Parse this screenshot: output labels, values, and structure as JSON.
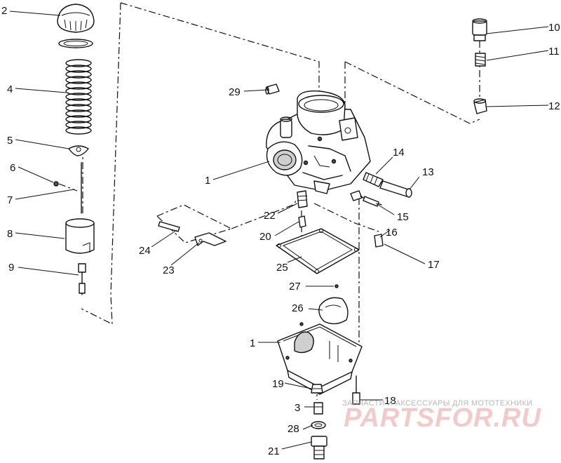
{
  "diagram": {
    "callouts": {
      "c1a": "1",
      "c1b": "1",
      "c2": "2",
      "c3": "3",
      "c4": "4",
      "c5": "5",
      "c6": "6",
      "c7": "7",
      "c8": "8",
      "c9": "9",
      "c10": "10",
      "c11": "11",
      "c12": "12",
      "c13": "13",
      "c14": "14",
      "c15": "15",
      "c16": "16",
      "c17": "17",
      "c18": "18",
      "c19": "19",
      "c20": "20",
      "c21": "21",
      "c22": "22",
      "c23": "23",
      "c24": "24",
      "c25": "25",
      "c26": "26",
      "c27": "27",
      "c28": "28",
      "c29": "29"
    }
  },
  "watermark": {
    "caption": "ЗАПЧАСТИ И АКСЕССУАРЫ ДЛЯ МОТОТЕХНИКИ",
    "brand": "PARTSFOR.RU",
    "color": "#e8a0a0"
  }
}
